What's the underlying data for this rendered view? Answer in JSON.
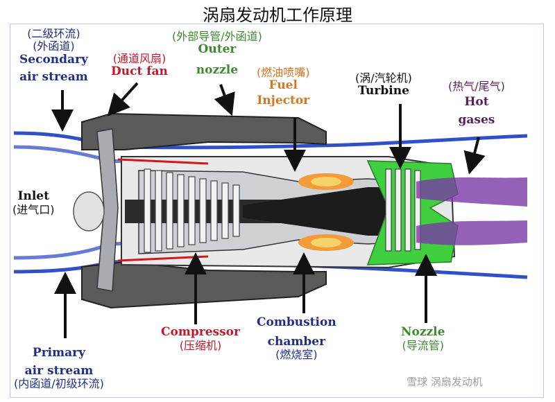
{
  "title": "涡扇发动机工作原理",
  "labels": {
    "secondary": {
      "cn1": "(二级环流)",
      "cn2": "(外函道)",
      "en1": "Secondary",
      "en2": "air stream"
    },
    "duct_fan": {
      "cn": "(通道风扇)",
      "en": "Duct fan"
    },
    "outer_nozzle": {
      "cn": "(外部导管/外函道)",
      "en1": "Outer",
      "en2": "nozzle"
    },
    "fuel_injector": {
      "cn": "(燃油喷嘴)",
      "en1": "Fuel",
      "en2": "Injector"
    },
    "turbine": {
      "cn": "(涡/汽轮机)",
      "en": "Turbine"
    },
    "hot_gases": {
      "cn": "(热气/尾气)",
      "en1": "Hot",
      "en2": "gases"
    },
    "inlet": {
      "en": "Inlet",
      "cn": "(进气口)"
    },
    "compressor": {
      "en": "Compressor",
      "cn": "(压缩机)"
    },
    "combustion": {
      "en1": "Combustion",
      "en2": "chamber",
      "cn": "(燃烧室)"
    },
    "nozzle": {
      "en": "Nozzle",
      "cn": "(导流管)"
    },
    "primary": {
      "en1": "Primary",
      "en2": "air stream",
      "cn": "(内函道/初级环流)"
    }
  },
  "watermark": "雪球 涡扇发动机"
}
